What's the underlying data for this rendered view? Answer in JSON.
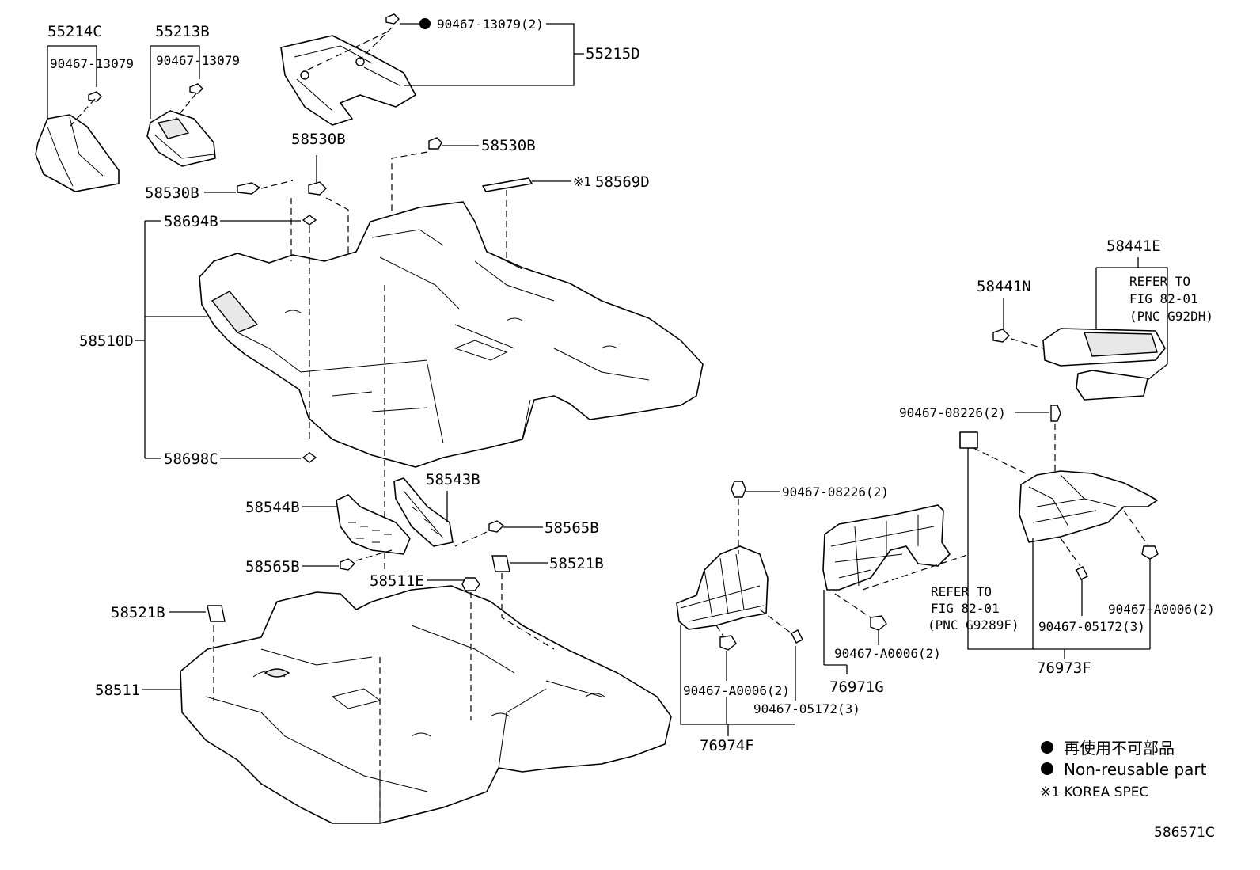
{
  "diagram_id": "586571C",
  "parts": {
    "p55214C": "55214C",
    "p55213B": "55213B",
    "p90467_13079_a": "90467-13079",
    "p90467_13079_b": "90467-13079",
    "p90467_13079_2": "90467-13079(2)",
    "p55215D": "55215D",
    "p58530B_a": "58530B",
    "p58530B_b": "58530B",
    "p58530B_c": "58530B",
    "p58569D": "58569D",
    "p58569D_mark": "※1",
    "p58694B": "58694B",
    "p58510D": "58510D",
    "p58698C": "58698C",
    "p58543B": "58543B",
    "p58544B": "58544B",
    "p58565B_a": "58565B",
    "p58565B_b": "58565B",
    "p58511E": "58511E",
    "p58521B_a": "58521B",
    "p58521B_b": "58521B",
    "p58511": "58511",
    "p58441N": "58441N",
    "p58441E": "58441E",
    "refer1_l1": "REFER TO",
    "refer1_l2": "FIG 82-01",
    "refer1_l3": "(PNC G92DH)",
    "p90467_08226_a": "90467-08226(2)",
    "p90467_08226_b": "90467-08226(2)",
    "refer2_l1": "REFER TO",
    "refer2_l2": "FIG 82-01",
    "refer2_l3": "(PNC G9289F)",
    "p90467_A0006_a": "90467-A0006(2)",
    "p90467_A0006_b": "90467-A0006(2)",
    "p90467_A0006_c": "90467-A0006(2)",
    "p90467_05172_a": "90467-05172(3)",
    "p90467_05172_b": "90467-05172(3)",
    "p76971G": "76971G",
    "p76973F": "76973F",
    "p76974F": "76974F"
  },
  "legend": {
    "line1": "再使用不可部品",
    "line2": "Non-reusable part",
    "line3": "※1 KOREA SPEC"
  },
  "colors": {
    "ink": "#000000",
    "paper": "#ffffff"
  }
}
